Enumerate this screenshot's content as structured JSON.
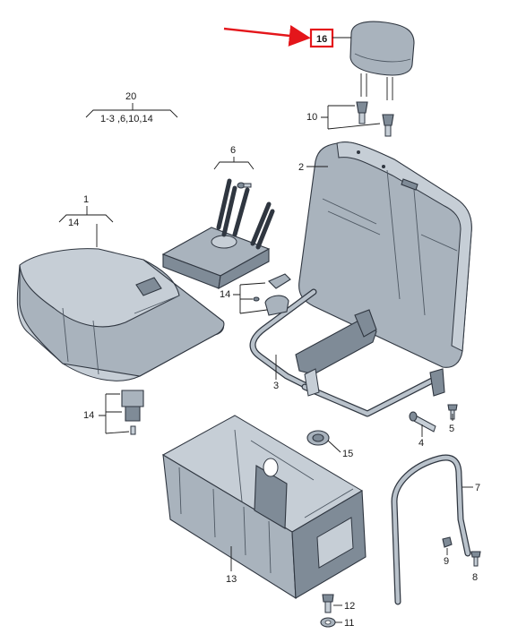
{
  "callouts": {
    "c16": "16",
    "c20": "20",
    "c20_range": "1-3 ,6,10,14",
    "c10": "10",
    "c2": "2",
    "c6": "6",
    "c1": "1",
    "c1_sub": "14",
    "c14_a": "14",
    "c3": "3",
    "c14_b": "14",
    "c4": "4",
    "c5": "5",
    "c15": "15",
    "c7": "7",
    "c13": "13",
    "c9": "9",
    "c8": "8",
    "c12": "12",
    "c11": "11"
  },
  "colors": {
    "highlight": "#e4161b",
    "part_fill": "#a9b3bd",
    "line": "#2f3640"
  },
  "highlighted_part": "16"
}
